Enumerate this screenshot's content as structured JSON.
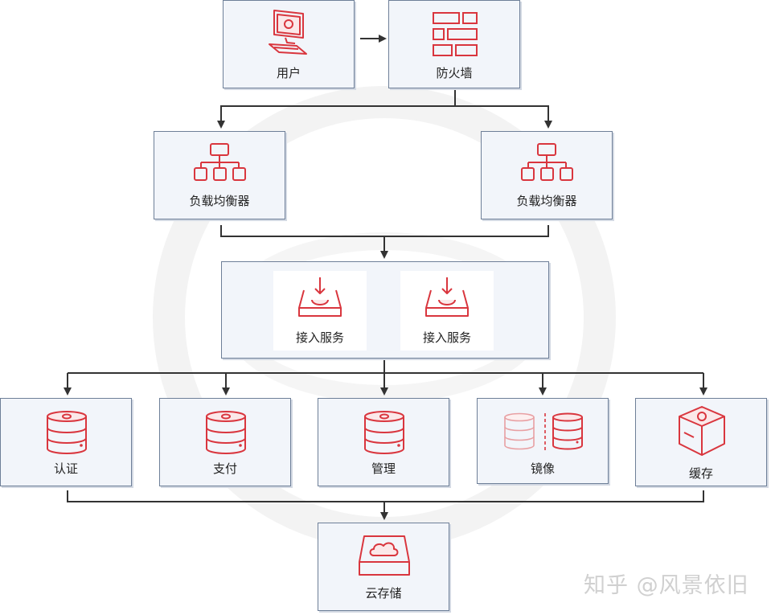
{
  "nodes": {
    "user": "用户",
    "firewall": "防火墙",
    "lb_left": "负载均衡器",
    "lb_right": "负载均衡器",
    "access_a": "接入服务",
    "access_b": "接入服务",
    "auth": "认证",
    "payment": "支付",
    "management": "管理",
    "mirror": "镜像",
    "cache": "缓存",
    "cloud_storage": "云存储"
  },
  "watermark": "知乎 @风景依旧",
  "colors": {
    "icon_red": "#d9363e",
    "box_fill": "#f2f5fa",
    "box_border": "#6e7f98",
    "connector": "#333333"
  },
  "icons": [
    "computer-icon",
    "firewall-icon",
    "network-tree-icon",
    "inbox-download-icon",
    "database-icon",
    "mirror-database-icon",
    "box-icon",
    "cloud-drive-icon"
  ]
}
